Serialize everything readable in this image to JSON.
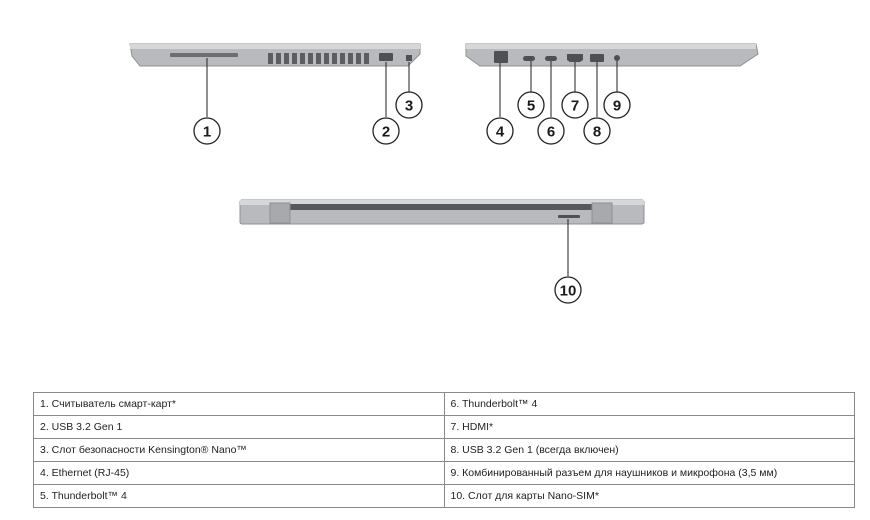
{
  "callouts": [
    "1",
    "2",
    "3",
    "4",
    "5",
    "6",
    "7",
    "8",
    "9",
    "10"
  ],
  "legend": {
    "left": [
      "1.   Считыватель смарт-карт*",
      "2.   USB 3.2 Gen 1",
      "3.   Слот безопасности Kensington® Nano™",
      "4.   Ethernet (RJ-45)",
      "5.   Thunderbolt™ 4"
    ],
    "right": [
      "6.   Thunderbolt™ 4",
      "7.   HDMI*",
      "8.   USB 3.2 Gen 1 (всегда включен)",
      "9.   Комбинированный разъем для наушников и микрофона (3,5 мм)",
      "10. Слот для карты Nano-SIM*"
    ]
  }
}
